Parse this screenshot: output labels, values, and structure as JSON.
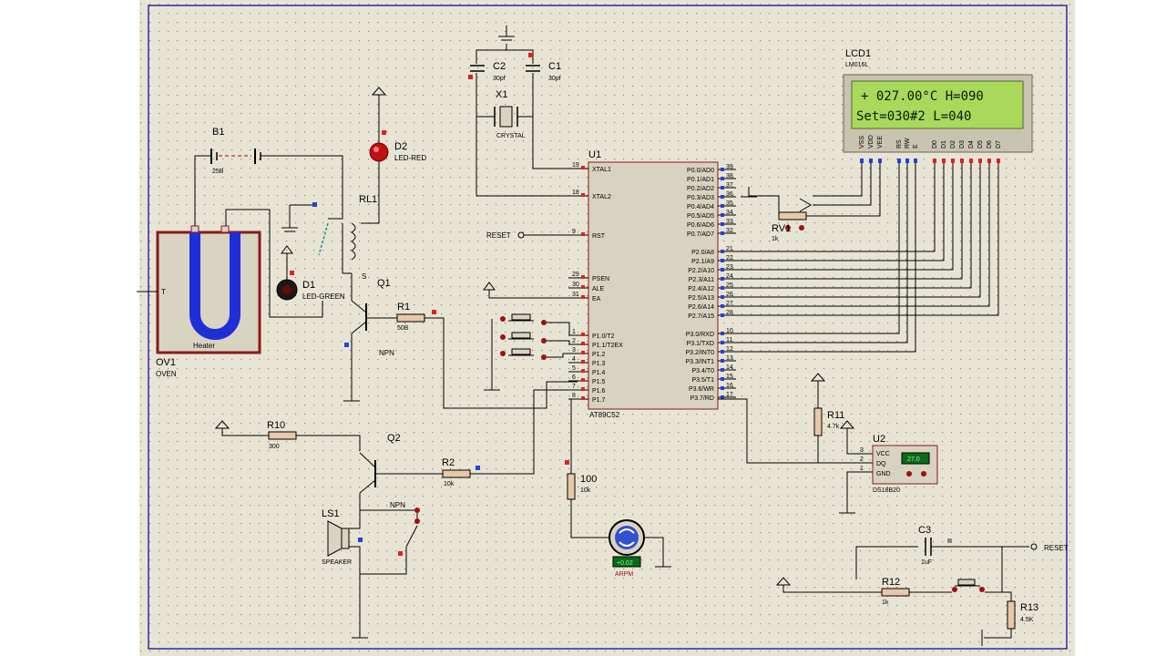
{
  "components": {
    "b1": {
      "ref": "B1",
      "value": "25B"
    },
    "d2": {
      "ref": "D2",
      "value": "LED-RED"
    },
    "d1": {
      "ref": "D1",
      "value": "LED-GREEN"
    },
    "rl1": {
      "ref": "RL1"
    },
    "q1": {
      "ref": "Q1",
      "type": "NPN"
    },
    "r1": {
      "ref": "R1",
      "value": "50B"
    },
    "oven": {
      "ref": "OV1",
      "value": "OVEN",
      "inner_label": "Heater",
      "pin": "T"
    },
    "c2": {
      "ref": "C2",
      "value": "30pf"
    },
    "c1": {
      "ref": "C1",
      "value": "30pf"
    },
    "x1": {
      "ref": "X1",
      "value": "CRYSTAL"
    },
    "u1": {
      "ref": "U1",
      "value": "AT89C52"
    },
    "lcd": {
      "ref": "LCD1",
      "value": "LM016L",
      "line1": "+ 027.00°C H=090",
      "line2": "Set=030#2  L=040",
      "pins": [
        "VSS",
        "VDD",
        "VEE",
        "RS",
        "RW",
        "E",
        "D0",
        "D1",
        "D2",
        "D3",
        "D4",
        "D5",
        "D6",
        "D7"
      ]
    },
    "rv1": {
      "ref": "RV1",
      "value": "1k"
    },
    "r10": {
      "ref": "R10",
      "value": "300"
    },
    "q2": {
      "ref": "Q2"
    },
    "r2": {
      "ref": "R2",
      "value": "10k"
    },
    "ls1": {
      "ref": "LS1",
      "value": "SPEAKER"
    },
    "npn_sw": {
      "label": "NPN"
    },
    "r100": {
      "ref": "100",
      "value": "10k"
    },
    "motor": {
      "readout": "+0.02",
      "label": "ARPM"
    },
    "r11": {
      "ref": "R11",
      "value": "4.7k"
    },
    "u2": {
      "ref": "U2",
      "value": "DS18B20",
      "pins": [
        "VCC",
        "DQ",
        "GND"
      ],
      "pin_nums": [
        "3",
        "2",
        "1"
      ],
      "display": "27.0"
    },
    "c3": {
      "ref": "C3",
      "value": "1uF"
    },
    "r12": {
      "ref": "R12",
      "value": "1k"
    },
    "r13": {
      "ref": "R13",
      "value": "4.5K"
    },
    "reset_label": "RESET"
  },
  "mcu": {
    "left_pins": [
      {
        "name": "XTAL1",
        "num": "19"
      },
      {
        "name": "XTAL2",
        "num": "18"
      },
      {
        "name": "RST",
        "num": "9"
      },
      {
        "name": "PSEN",
        "num": "29"
      },
      {
        "name": "ALE",
        "num": "30"
      },
      {
        "name": "EA",
        "num": "31"
      },
      {
        "name": "P1.0/T2",
        "num": "1"
      },
      {
        "name": "P1.1/T2EX",
        "num": "2"
      },
      {
        "name": "P1.2",
        "num": "3"
      },
      {
        "name": "P1.3",
        "num": "4"
      },
      {
        "name": "P1.4",
        "num": "5"
      },
      {
        "name": "P1.5",
        "num": "6"
      },
      {
        "name": "P1.6",
        "num": "7"
      },
      {
        "name": "P1.7",
        "num": "8"
      }
    ],
    "p0_pins": [
      {
        "name": "P0.0/AD0",
        "num": "39"
      },
      {
        "name": "P0.1/AD1",
        "num": "38"
      },
      {
        "name": "P0.2/AD2",
        "num": "37"
      },
      {
        "name": "P0.3/AD3",
        "num": "36"
      },
      {
        "name": "P0.4/AD4",
        "num": "35"
      },
      {
        "name": "P0.5/AD5",
        "num": "34"
      },
      {
        "name": "P0.6/AD6",
        "num": "33"
      },
      {
        "name": "P0.7/AD7",
        "num": "32"
      }
    ],
    "p2_pins": [
      {
        "name": "P2.0/A8",
        "num": "21"
      },
      {
        "name": "P2.1/A9",
        "num": "22"
      },
      {
        "name": "P2.2/A10",
        "num": "23"
      },
      {
        "name": "P2.3/A11",
        "num": "24"
      },
      {
        "name": "P2.4/A12",
        "num": "25"
      },
      {
        "name": "P2.5/A13",
        "num": "26"
      },
      {
        "name": "P2.6/A14",
        "num": "27"
      },
      {
        "name": "P2.7/A15",
        "num": "28"
      }
    ],
    "p3_pins": [
      {
        "name": "P3.0/RXD",
        "num": "10"
      },
      {
        "name": "P3.1/TXD",
        "num": "11"
      },
      {
        "name": "P3.2/INT0",
        "num": "12"
      },
      {
        "name": "P3.3/INT1",
        "num": "13"
      },
      {
        "name": "P3.4/T0",
        "num": "14"
      },
      {
        "name": "P3.5/T1",
        "num": "15"
      },
      {
        "name": "P3.6/WR",
        "num": "16"
      },
      {
        "name": "P3.7/RD",
        "num": "17"
      }
    ]
  },
  "colors": {
    "sheet_bg": "#e8e4d4",
    "border": "#2a2aa8",
    "chip_fill": "#d8d2c0",
    "chip_stroke": "#8a1a1a",
    "lcd_bezel": "#c9c3b1",
    "lcd_screen": "#a9d95a",
    "pin_red": "#e02020",
    "pin_blue": "#2040e0",
    "heater": "#1f2fd8",
    "led_red": "#c01010",
    "wire": "#000000"
  }
}
